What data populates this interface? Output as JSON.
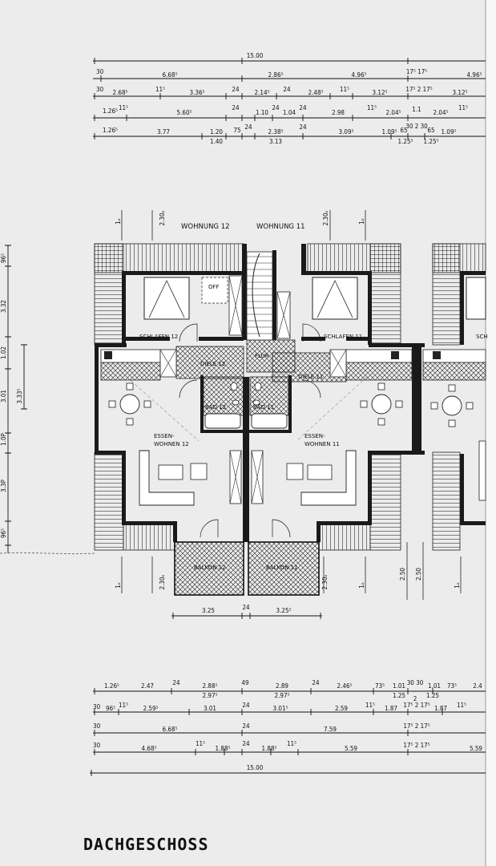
{
  "title": "DACHGESCHOSS",
  "units": [
    {
      "name": "WOHNUNG 12"
    },
    {
      "name": "WOHNUNG 11"
    }
  ],
  "rooms": {
    "schlafen12": "SCHLAFEN 12",
    "schlafen11": "SCHLAFEN 11",
    "off": "OFF",
    "diele12": "DIELE 12",
    "diele11": "DIELE 11",
    "flur": "FLUR",
    "bad12": "BAD 12",
    "bad11": "BAD 11",
    "essen12a": "ESSEN-",
    "essen12b": "WOHNEN 12",
    "essen11a": "ESSEN-",
    "essen11b": "WOHNEN 11",
    "balkon12": "BALKON 12",
    "balkon11": "BALKON 11",
    "sch": "SCH"
  },
  "top_dims": {
    "overall": "15.00",
    "row1": [
      "30",
      "6.68⁵",
      "2.86⁵",
      "4.96⁵",
      "17⁵ 17⁵",
      "4.96⁵"
    ],
    "row2": [
      "30",
      "2.68⁵",
      "11⁵",
      "3.36⁵",
      "24",
      "2.14⁵",
      "24",
      "2.48⁵",
      "11⁵",
      "3.12⁵",
      "17⁵ 2 17⁵",
      "3.12⁵"
    ],
    "row3": [
      "1.26⁵",
      "11⁵",
      "5.60⁵",
      "24",
      "1.10",
      "24",
      "1.04",
      "24",
      "2.98",
      "11⁵",
      "2.04⁵",
      "1.1",
      "2.04⁵",
      "11⁵"
    ],
    "row4": [
      "1.26⁵",
      "3.77",
      "1.20",
      "75",
      "24",
      "2.38⁵",
      "24",
      "3.09⁵",
      "1.09⁵",
      "65",
      "30 2 30",
      "65",
      "1.09⁵"
    ],
    "row4b": [
      "1.40",
      "3.13",
      "1.25⁵",
      "1.25⁵"
    ]
  },
  "mid_dims": {
    "heights": [
      "1ₒ",
      "2.30ₒ",
      "2.30ₒ",
      "1ₒ"
    ],
    "balkon": [
      "3.25",
      "24",
      "3.25⁵"
    ],
    "side_250": [
      "2.50",
      "2.50"
    ]
  },
  "left_dims": [
    "96⁵",
    "3.32",
    "1.02",
    "3.01",
    "3.33⁵",
    "1.0P",
    "3.3P",
    "96⁵"
  ],
  "bottom_dims": {
    "row1": [
      "1.26⁵",
      "2.47",
      "24",
      "2.88⁵",
      "49",
      "2.89",
      "24",
      "2.46⁵",
      "73⁵",
      "1.01",
      "30 30",
      "1.01",
      "73⁵",
      "2.4"
    ],
    "row1b": [
      "2.97⁵",
      "2.97⁵",
      "1.25",
      "2",
      "1.25"
    ],
    "row2": [
      "30",
      "96⁵",
      "11⁵",
      "2.59⁵",
      "3.01",
      "24",
      "3.01⁵",
      "2.59",
      "11⁵",
      "1.87",
      "17⁵ 2 17⁵",
      "1.87",
      "11⁵"
    ],
    "row3": [
      "30",
      "6.68⁵",
      "24",
      "7.59",
      "17⁵ 2 17⁵"
    ],
    "row4": [
      "30",
      "4.68⁵",
      "11⁵",
      "1.88⁵",
      "24",
      "1.88⁵",
      "11⁵",
      "5.59",
      "17⁵ 2 17⁵",
      "5.59"
    ],
    "overall": "15.00"
  }
}
